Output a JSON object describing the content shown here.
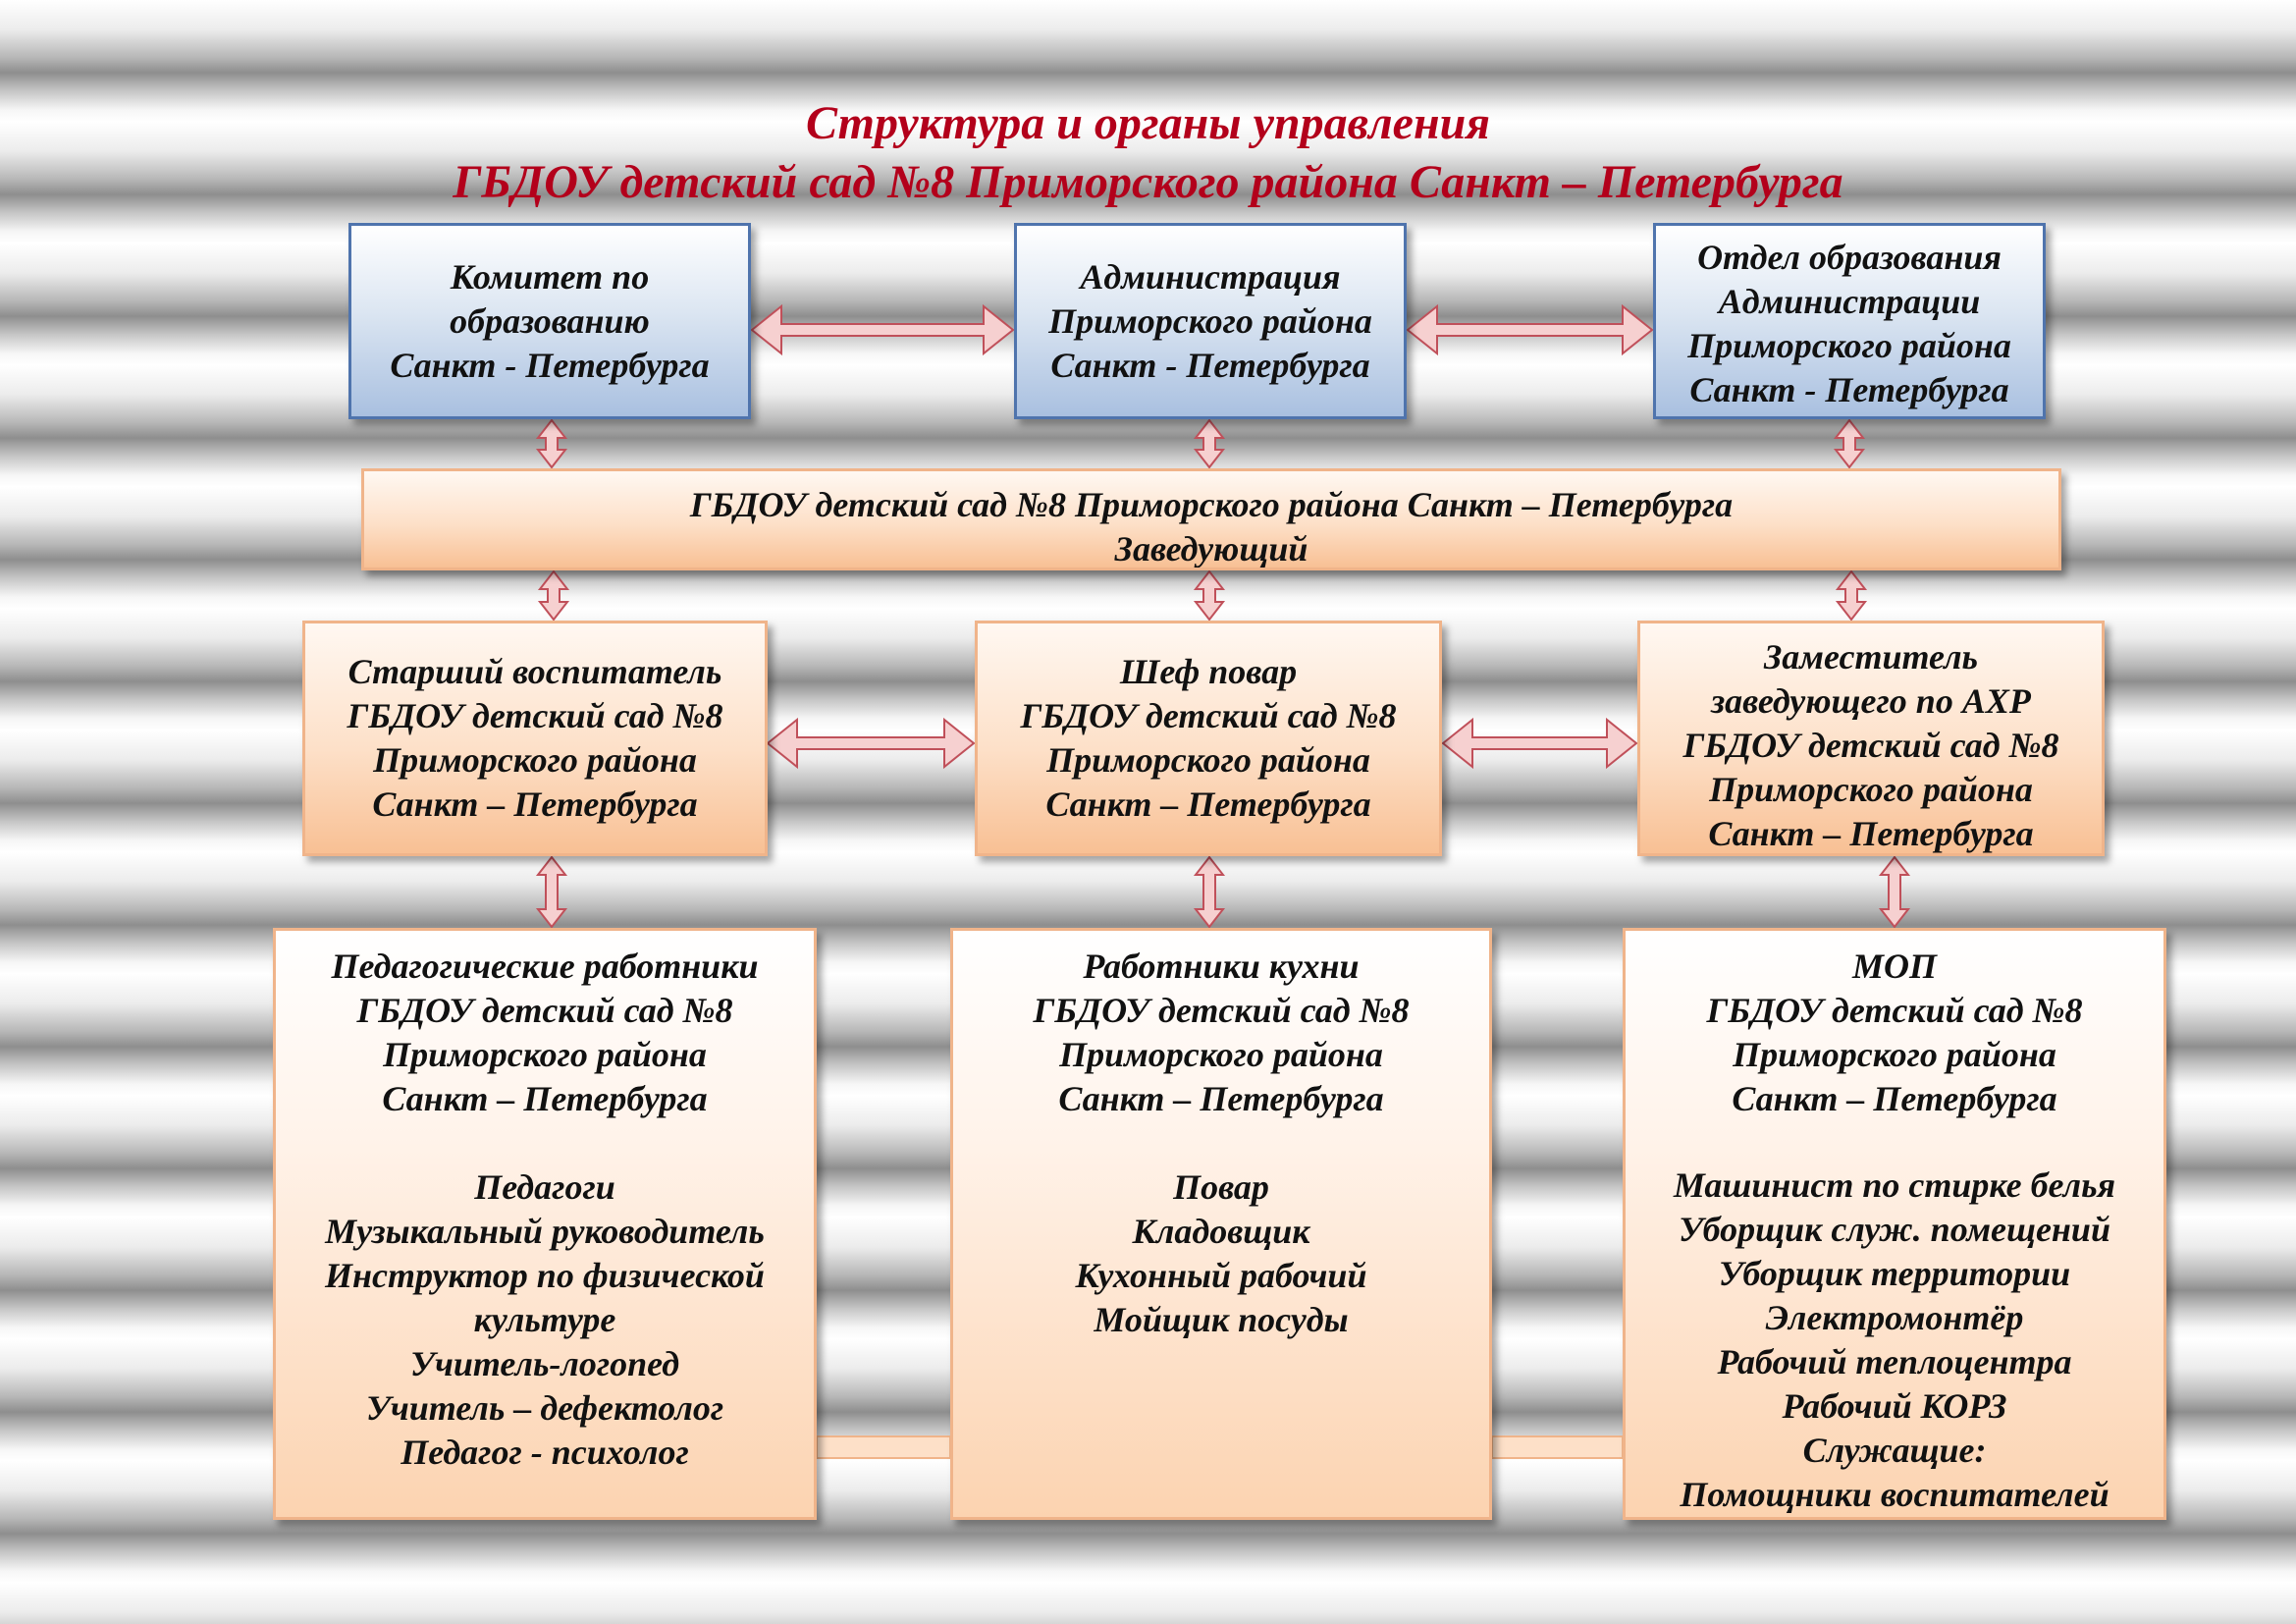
{
  "title": {
    "line1": "Структура и органы управления",
    "line2": "ГБДОУ детский сад №8 Приморского района Санкт – Петербурга"
  },
  "top_row": {
    "committee": [
      "Комитет по",
      "образованию",
      "Санкт - Петербурга"
    ],
    "administration": [
      "Администрация",
      "Приморского района",
      "Санкт - Петербурга"
    ],
    "education_dept": [
      "Отдел образования",
      "Администрации",
      "Приморского района",
      "Санкт - Петербурга"
    ]
  },
  "head": [
    "ГБДОУ детский сад №8 Приморского района Санкт – Петербурга",
    "Заведующий"
  ],
  "middle_row": {
    "senior_educator": [
      "Старший воспитатель",
      "ГБДОУ детский сад №8",
      "Приморского района",
      "Санкт – Петербурга"
    ],
    "chef": [
      "Шеф повар",
      "ГБДОУ детский сад №8",
      "Приморского района",
      "Санкт – Петербурга"
    ],
    "deputy_ahr": [
      "Заместитель",
      "заведующего по АХР",
      "ГБДОУ детский сад №8",
      "Приморского района",
      "Санкт – Петербурга"
    ]
  },
  "bottom_row": {
    "pedagogical": {
      "header": [
        "Педагогические работники",
        "ГБДОУ детский сад №8",
        "Приморского района",
        "Санкт – Петербурга"
      ],
      "staff": [
        "Педагоги",
        "Музыкальный руководитель",
        "Инструктор по физической",
        "культуре",
        "Учитель-логопед",
        "Учитель – дефектолог",
        "Педагог - психолог"
      ]
    },
    "kitchen": {
      "header": [
        "Работники кухни",
        "ГБДОУ детский сад №8",
        "Приморского района",
        "Санкт – Петербурга"
      ],
      "staff": [
        "Повар",
        "Кладовщик",
        "Кухонный рабочий",
        "Мойщик посуды"
      ]
    },
    "service": {
      "header": [
        "МОП",
        "ГБДОУ детский сад №8",
        "Приморского района",
        "Санкт – Петербурга"
      ],
      "staff": [
        "Машинист по стирке белья",
        "Уборщик служ. помещений",
        "Уборщик территории",
        "Электромонтёр",
        "Рабочий теплоцентра",
        "Рабочий КОРЗ",
        "Служащие:",
        "Помощники воспитателей"
      ]
    }
  },
  "colors": {
    "title": "#b3001b",
    "arrow_fill": "#f6d0d0",
    "arrow_stroke": "#c0505a",
    "blue_border": "#4f74ad",
    "peach_border": "#f0b48a"
  }
}
